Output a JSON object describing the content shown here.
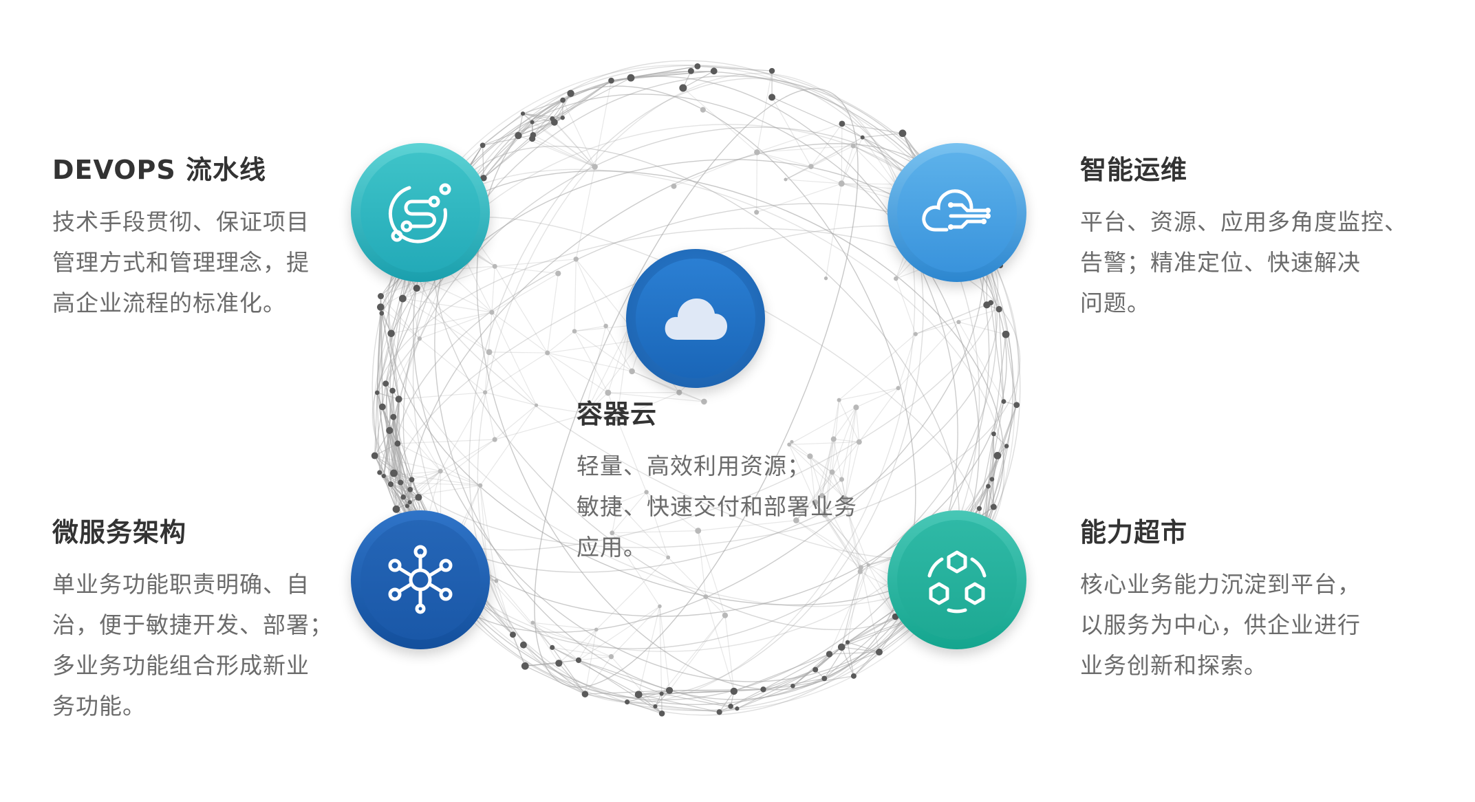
{
  "center": {
    "title": "容器云",
    "description": "轻量、高效利用资源；\n敏捷、快速交付和部署业务\n应用。",
    "icon": "cloud-icon"
  },
  "features": [
    {
      "id": "devops",
      "title": "DEVOPS 流水线",
      "description": "技术手段贯彻、保证项目\n管理方式和管理理念，提\n高企业流程的标准化。",
      "icon": "pipeline-icon",
      "color": "#2db5c0"
    },
    {
      "id": "ops",
      "title": "智能运维",
      "description": "平台、资源、应用多角度监控、\n告警；精准定位、快速解决\n问题。",
      "icon": "cloud-circuit-icon",
      "color": "#3b96da"
    },
    {
      "id": "microservice",
      "title": "微服务架构",
      "description": "单业务功能职责明确、自\n治，便于敏捷开发、部署；\n多业务功能组合形成新业\n务功能。",
      "icon": "hub-nodes-icon",
      "color": "#1d63b4"
    },
    {
      "id": "market",
      "title": "能力超市",
      "description": "核心业务能力沉淀到平台，\n以服务为中心，供企业进行\n业务创新和探索。",
      "icon": "hexagons-icon",
      "color": "#1fae98"
    }
  ]
}
